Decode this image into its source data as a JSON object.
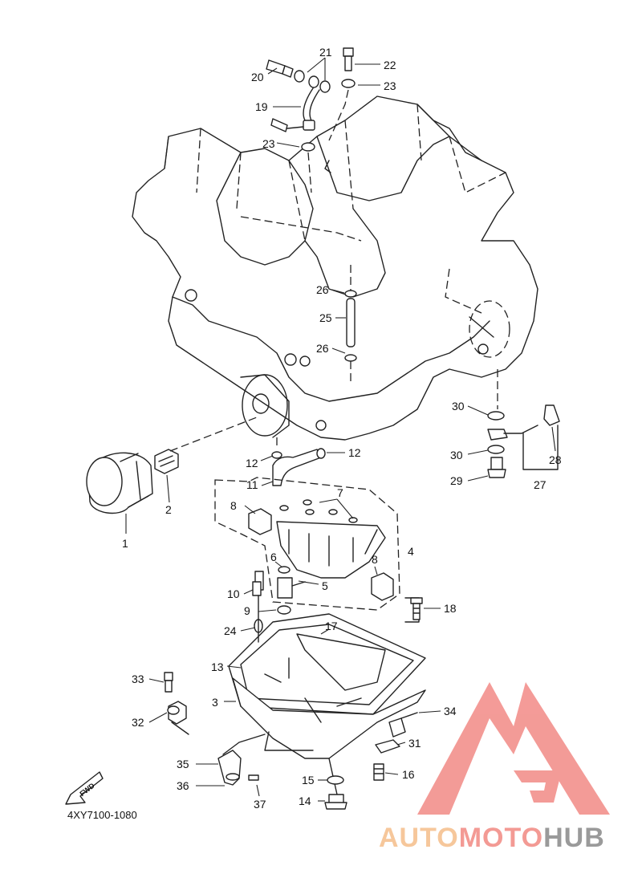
{
  "diagram": {
    "code": "4XY7100-1080",
    "fwd_label": "FWD",
    "callouts": [
      "1",
      "2",
      "3",
      "4",
      "5",
      "6",
      "7",
      "8",
      "8",
      "9",
      "10",
      "11",
      "12",
      "12",
      "13",
      "14",
      "15",
      "16",
      "17",
      "18",
      "19",
      "20",
      "21",
      "22",
      "23",
      "23",
      "24",
      "25",
      "26",
      "26",
      "27",
      "28",
      "29",
      "30",
      "30",
      "31",
      "32",
      "33",
      "34",
      "35",
      "36",
      "37"
    ]
  },
  "watermark": {
    "part1": "AUTO",
    "part2": "MOTO",
    "part3": "HUB",
    "colors": {
      "auto": "#f6c79b",
      "moto": "#f39a94",
      "hub": "#9a9a9a",
      "logo": "#f28a86"
    }
  }
}
